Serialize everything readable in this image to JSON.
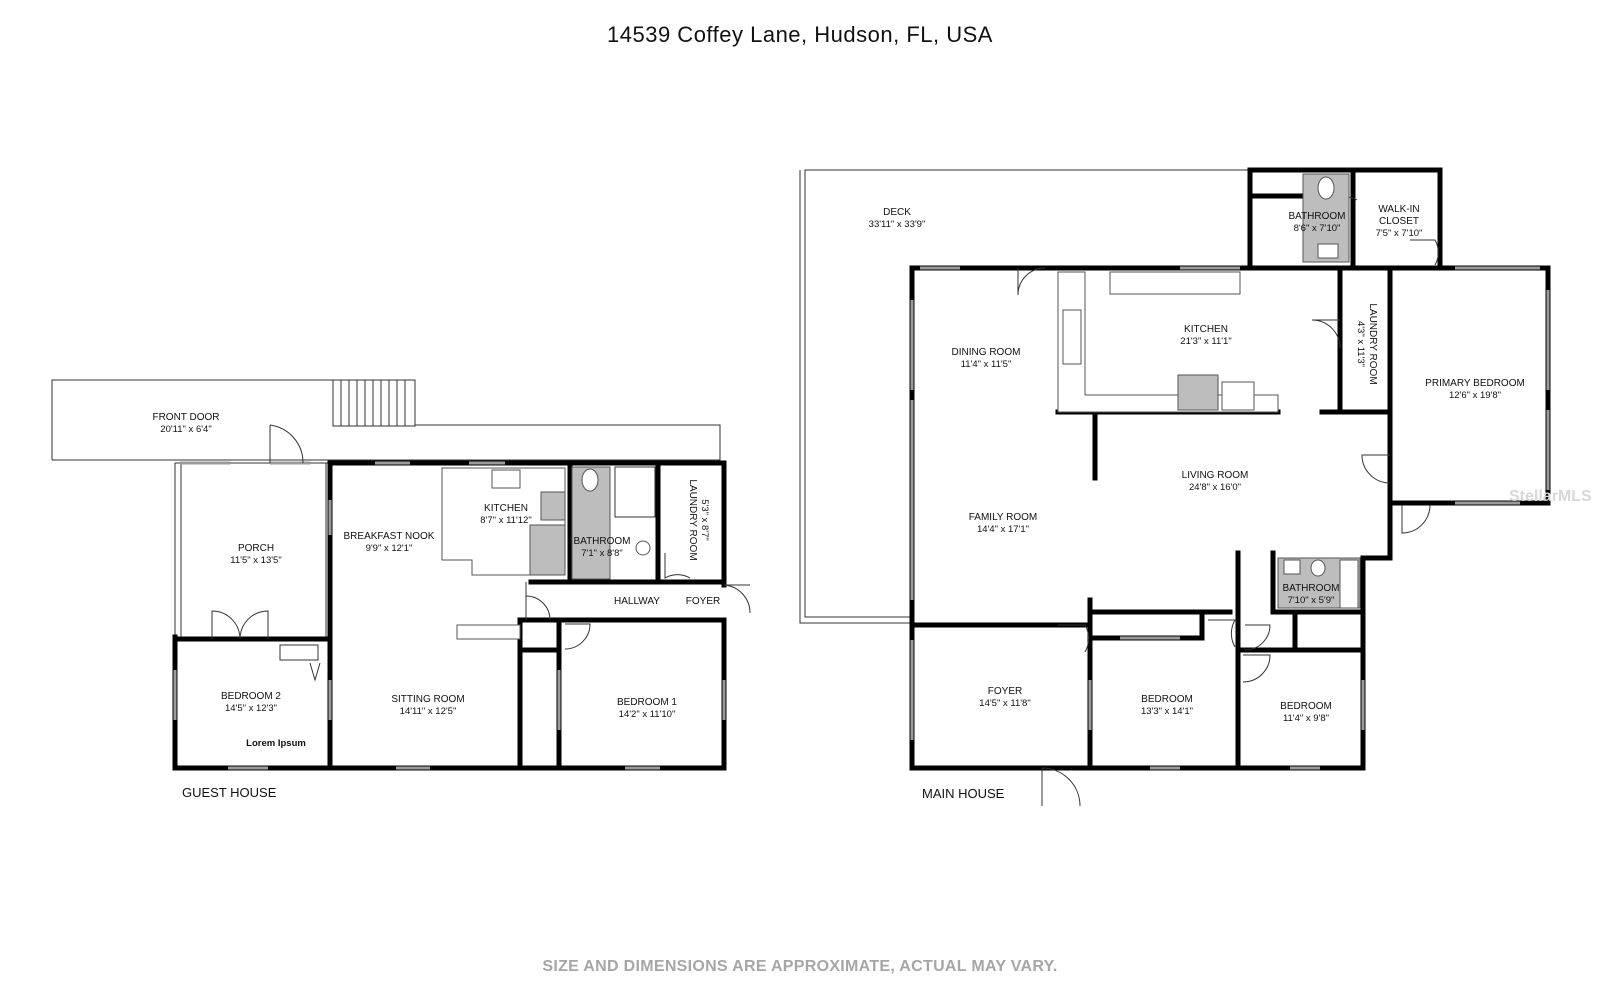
{
  "title": "14539 Coffey Lane, Hudson, FL, USA",
  "disclaimer": "SIZE AND DIMENSIONS ARE APPROXIMATE, ACTUAL MAY VARY.",
  "watermark": "StellarMLS",
  "guest_house": {
    "label": "GUEST HOUSE",
    "rooms": {
      "front_door": {
        "name": "FRONT DOOR",
        "dims": "20'11\" x 6'4\""
      },
      "porch": {
        "name": "PORCH",
        "dims": "11'5\" x 13'5\""
      },
      "breakfast_nook": {
        "name": "BREAKFAST NOOK",
        "dims": "9'9\" x 12'1\""
      },
      "kitchen": {
        "name": "KITCHEN",
        "dims": "8'7\" x 11'12\""
      },
      "bathroom": {
        "name": "BATHROOM",
        "dims": "7'1\" x 8'8\""
      },
      "laundry": {
        "name": "LAUNDRY ROOM",
        "dims": "5'3\" x 8'7\""
      },
      "hallway": {
        "name": "HALLWAY"
      },
      "foyer": {
        "name": "FOYER"
      },
      "bedroom2": {
        "name": "BEDROOM 2",
        "dims": "14'5\" x 12'3\"",
        "note": "Lorem Ipsum"
      },
      "sitting_room": {
        "name": "SITTING ROOM",
        "dims": "14'11\" x 12'5\""
      },
      "bedroom1": {
        "name": "BEDROOM 1",
        "dims": "14'2\" x 11'10\""
      }
    }
  },
  "main_house": {
    "label": "MAIN HOUSE",
    "rooms": {
      "deck": {
        "name": "DECK",
        "dims": "33'11\" x 33'9\""
      },
      "bathroom_top": {
        "name": "BATHROOM",
        "dims": "8'6\" x 7'10\""
      },
      "walkin": {
        "name1": "WALK-IN",
        "name2": "CLOSET",
        "dims": "7'5\" x 7'10\""
      },
      "dining": {
        "name": "DINING ROOM",
        "dims": "11'4\" x 11'5\""
      },
      "kitchen": {
        "name": "KITCHEN",
        "dims": "21'3\" x 11'1\""
      },
      "laundry": {
        "name": "LAUNDRY ROOM",
        "dims": "4'3\" x 11'3\""
      },
      "primary": {
        "name": "PRIMARY BEDROOM",
        "dims": "12'6\" x 19'8\""
      },
      "living": {
        "name": "LIVING ROOM",
        "dims": "24'8\" x 16'0\""
      },
      "family": {
        "name": "FAMILY ROOM",
        "dims": "14'4\" x 17'1\""
      },
      "bathroom_mid": {
        "name": "BATHROOM",
        "dims": "7'10\" x 5'9\""
      },
      "foyer": {
        "name": "FOYER",
        "dims": "14'5\" x 11'8\""
      },
      "bedroom_a": {
        "name": "BEDROOM",
        "dims": "13'3\" x 14'1\""
      },
      "bedroom_b": {
        "name": "BEDROOM",
        "dims": "11'4\" x 9'8\""
      }
    }
  }
}
